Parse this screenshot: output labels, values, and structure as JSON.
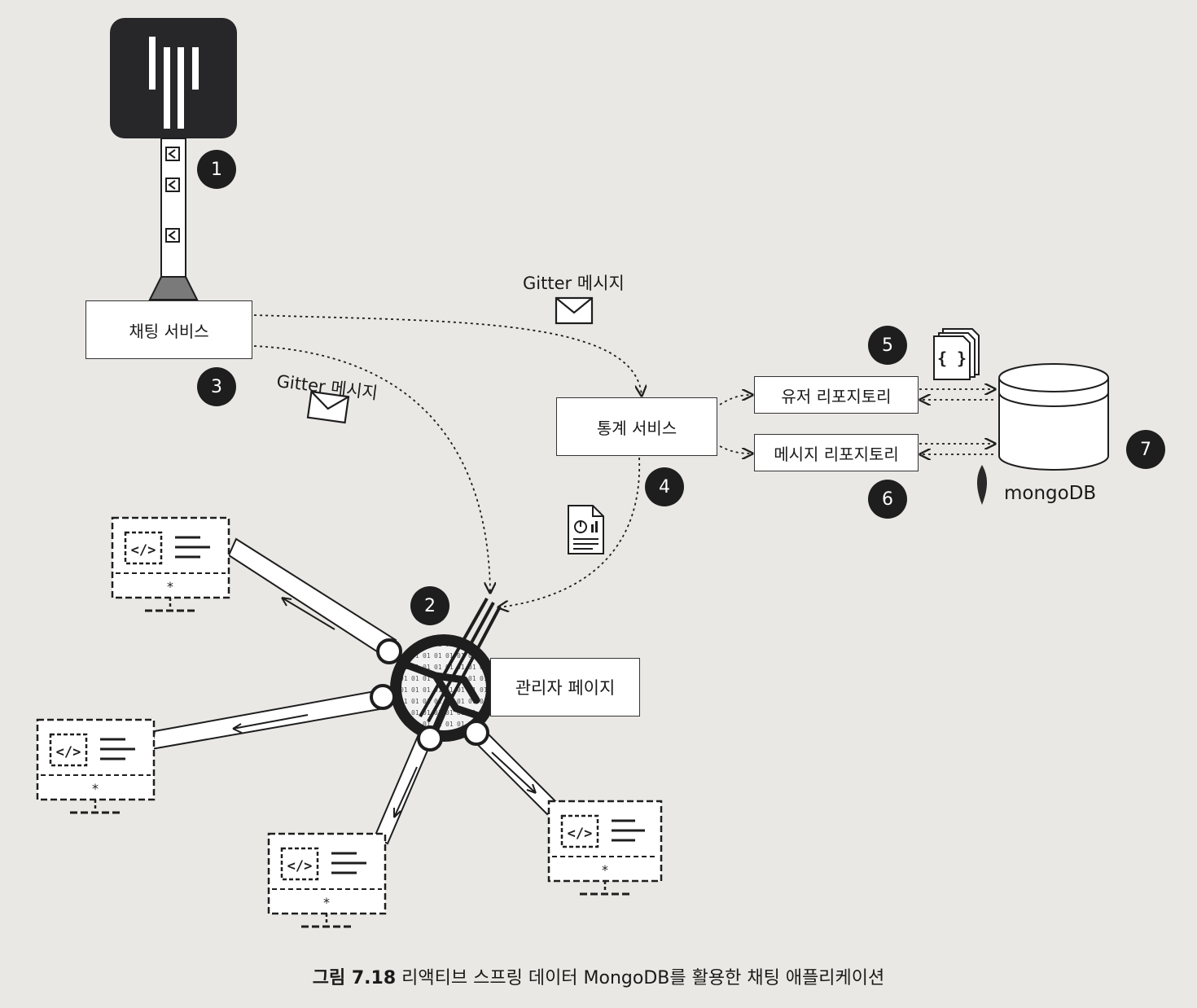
{
  "nodes": {
    "chat_service": "채팅 서비스",
    "stats_service": "통계 서비스",
    "user_repo": "유저 리포지토리",
    "message_repo": "메시지 리포지토리",
    "admin_page": "관리자 페이지",
    "mongodb": "mongoDB"
  },
  "edge_labels": {
    "gitter_top": "Gitter 메시지",
    "gitter_left": "Gitter 메시지"
  },
  "steps": [
    "1",
    "2",
    "3",
    "4",
    "5",
    "6",
    "7"
  ],
  "json_icon_text": "{ }",
  "caption": {
    "prefix": "그림 7.18",
    "text": "리액티브 스프링 데이터 MongoDB를 활용한 채팅 애플리케이션"
  },
  "colors": {
    "ink": "#1e1e1e",
    "paper": "#e9e8e4",
    "gitter_logo_bg": "#27272a",
    "mongo_leaf": "#2a2a2a"
  },
  "icons": [
    "gitter-logo-icon",
    "envelope-icon",
    "report-icon",
    "json-document-icon",
    "database-icon",
    "mongodb-leaf-icon",
    "client-monitor-icon",
    "hub-icon"
  ]
}
